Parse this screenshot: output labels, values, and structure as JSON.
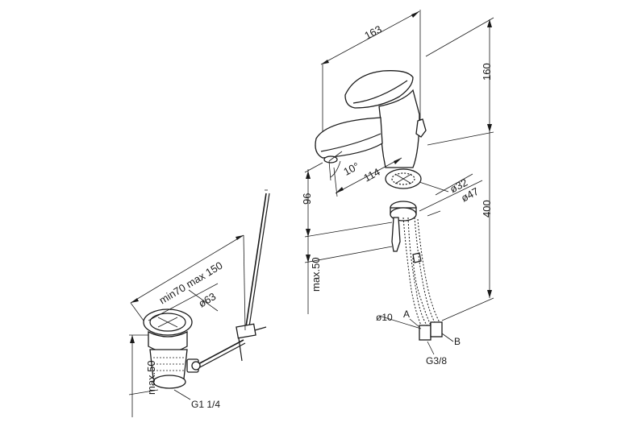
{
  "dimensions": {
    "width_163": "163",
    "height_160": "160",
    "angle_10": "10°",
    "reach_114": "114",
    "dia_32": "ø32",
    "dia_47": "ø47",
    "height_96": "96",
    "height_400": "400",
    "max_50_tap": "max.50",
    "dia_10": "ø10",
    "thread_g38": "G3/8",
    "label_a": "A",
    "label_b": "B",
    "range_70_150": "min70 max 150",
    "dia_63": "ø63",
    "max_50_waste": "max.50",
    "thread_g114": "G1 1/4"
  }
}
